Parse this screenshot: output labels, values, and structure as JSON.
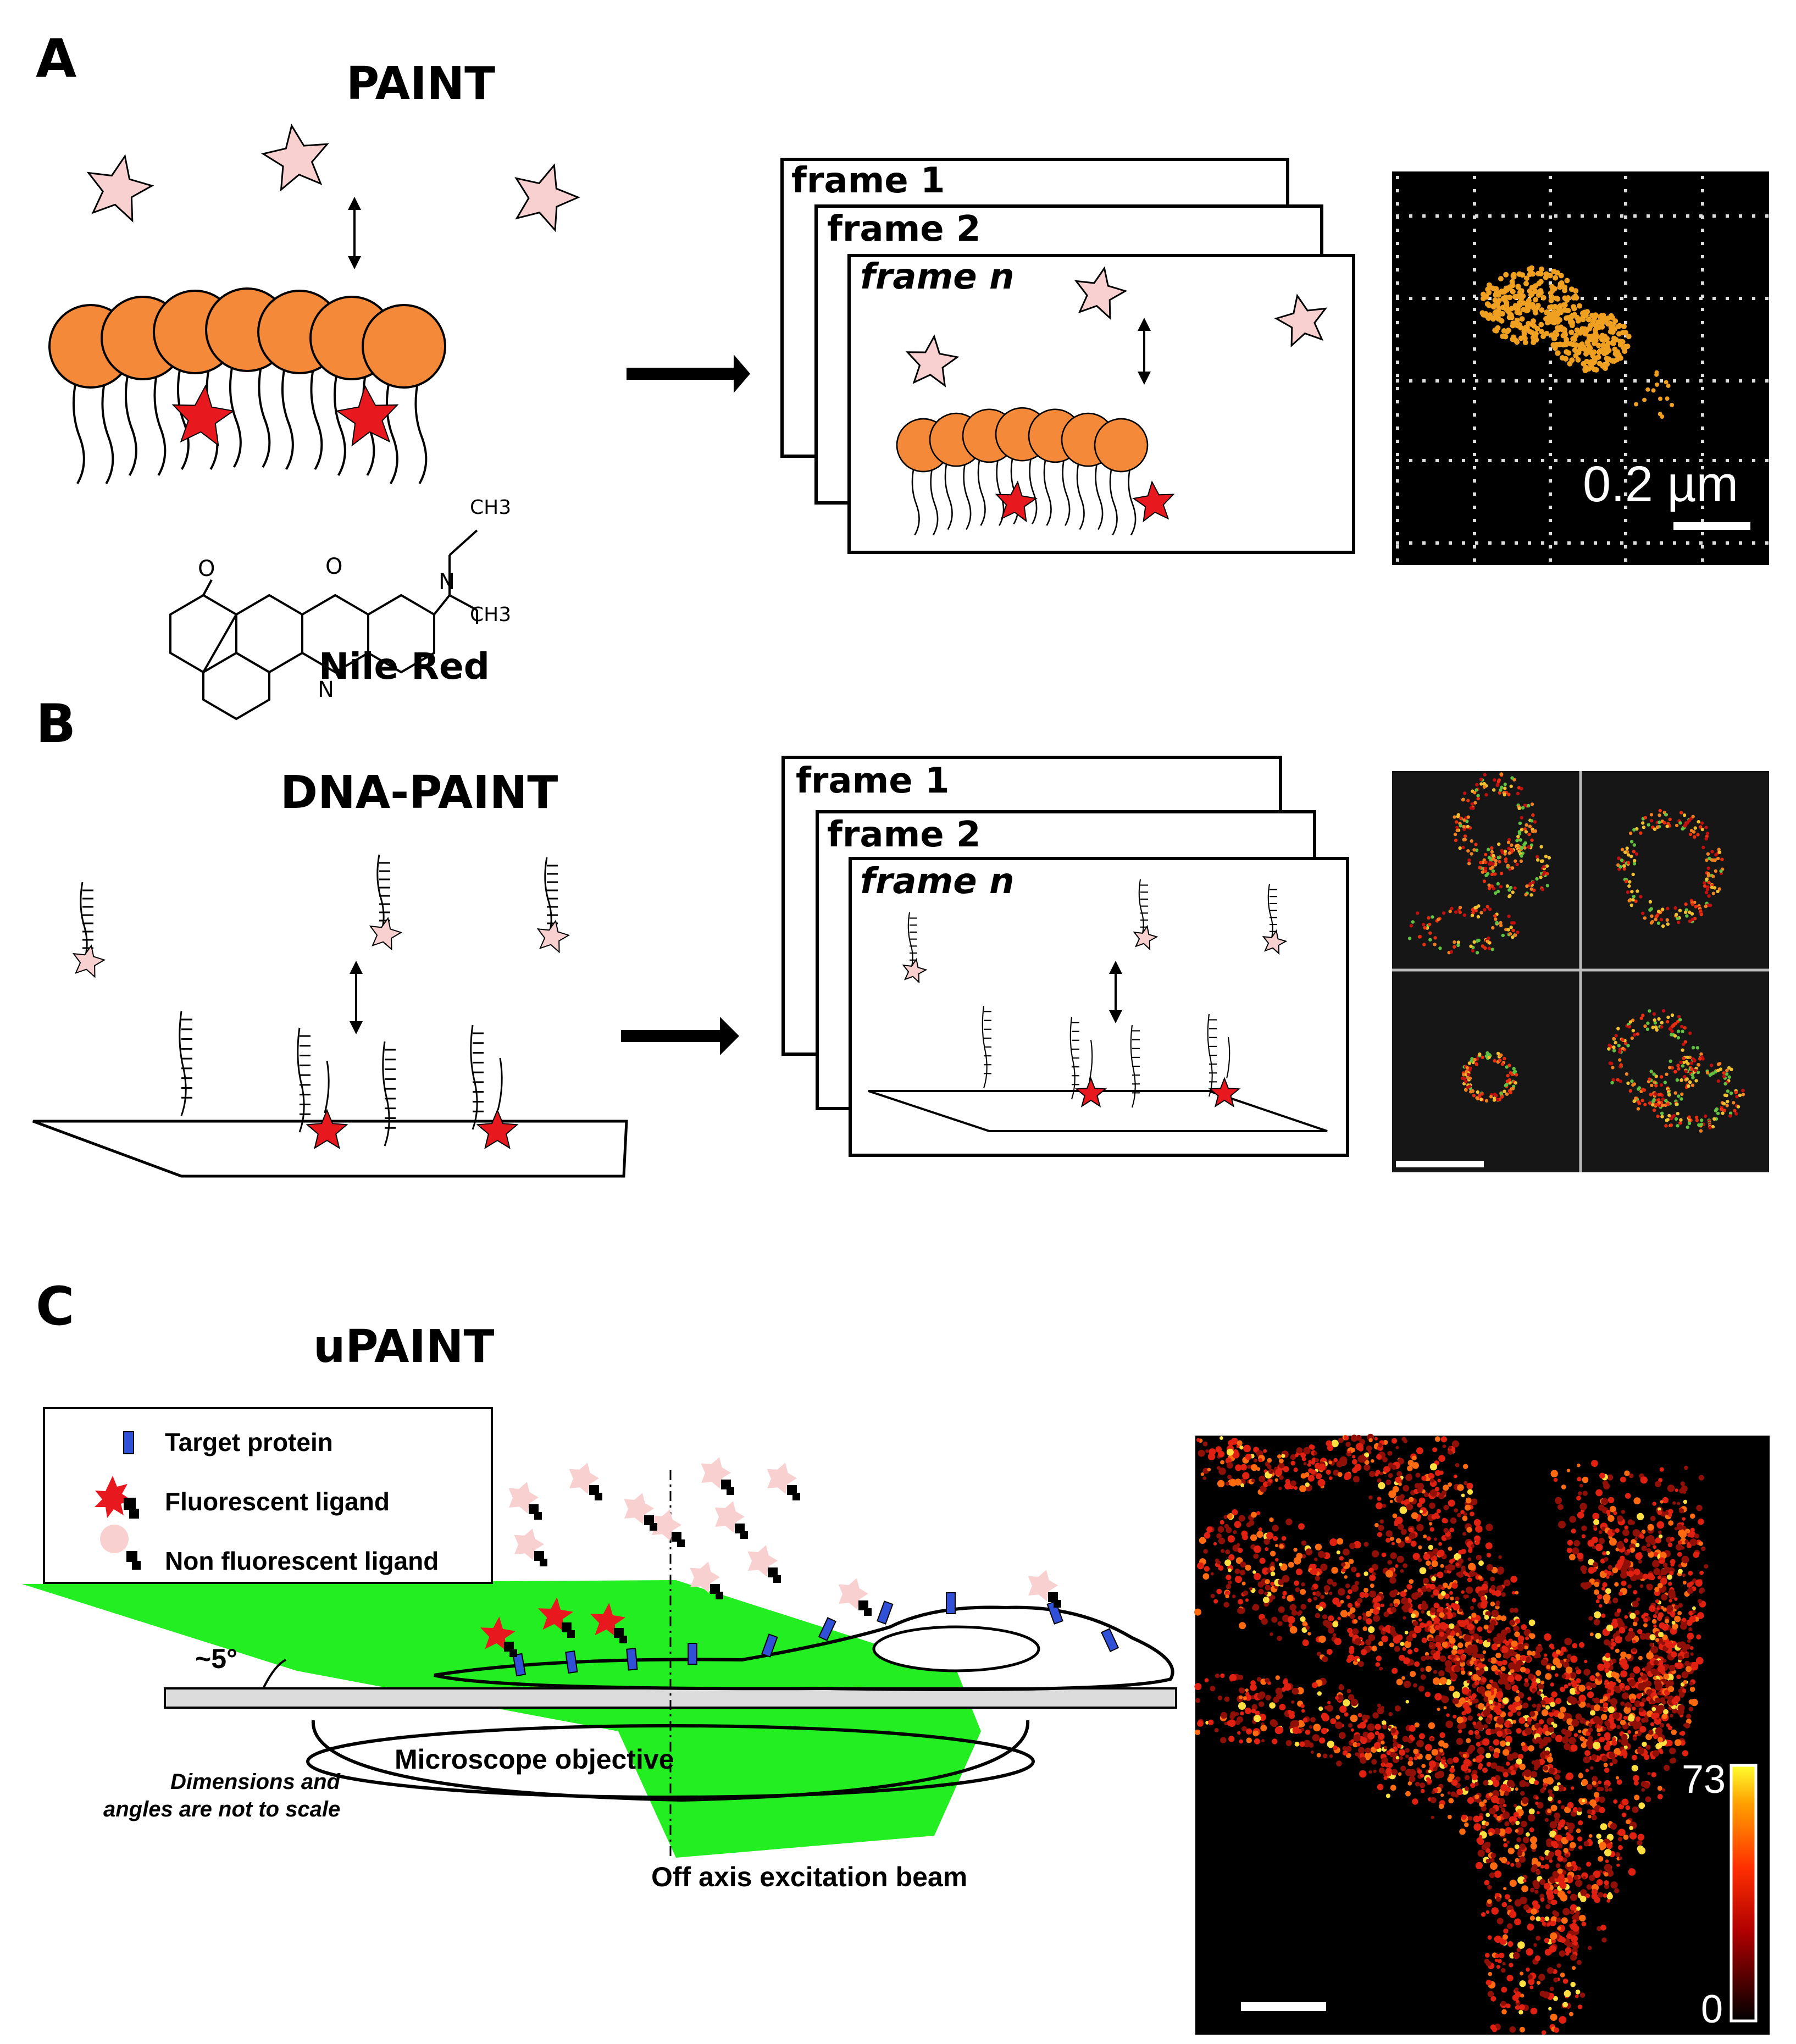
{
  "panelA": {
    "letter": "A",
    "title": "PAINT",
    "dye_name": "Nile Red",
    "chem_ch3_top": "CH3",
    "chem_ch3_bottom": "CH3",
    "chem_o_ring": "O",
    "chem_o_ketone": "O",
    "chem_n_ring": "N",
    "chem_n_amine": "N",
    "frames": [
      "frame 1",
      "frame 2",
      "frame n"
    ],
    "scale_label": "0.2 µm"
  },
  "panelB": {
    "letter": "B",
    "title": "DNA-PAINT",
    "frames": [
      "frame 1",
      "frame 2",
      "frame n"
    ]
  },
  "panelC": {
    "letter": "C",
    "title": "uPAINT",
    "legend": {
      "target": "Target protein",
      "fluorescent": "Fluorescent ligand",
      "nonfluorescent": "Non fluorescent ligand"
    },
    "angle": "~5°",
    "objective": "Microscope objective",
    "note_line1": "Dimensions and",
    "note_line2": "angles are not to scale",
    "beam": "Off axis excitation beam",
    "colorbar_max": "73",
    "colorbar_min": "0"
  },
  "colors": {
    "lipid_head": "#F5893A",
    "dye_active": "#E8191E",
    "dye_inactive": "#F9D0D0",
    "beam_green": "#22EE22",
    "target_blue": "#3050D8",
    "micro_bg": "#000000"
  }
}
